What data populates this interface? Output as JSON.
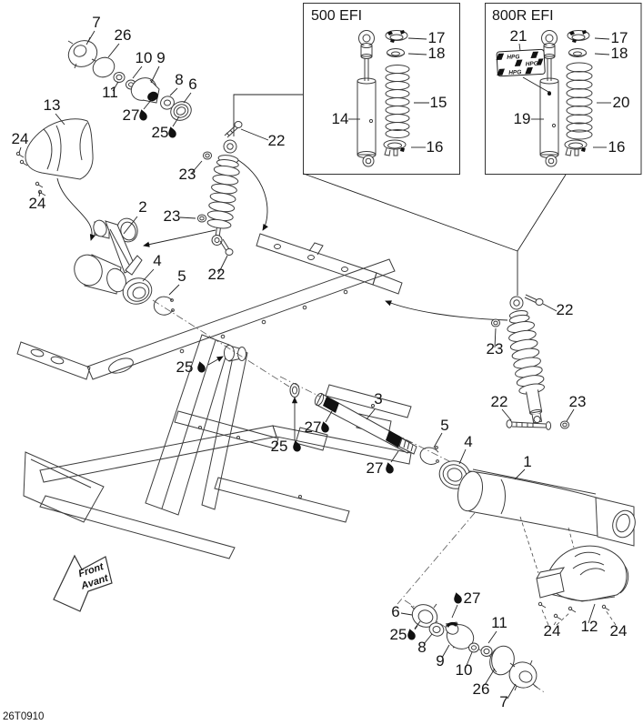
{
  "drawing_code": "26T0910",
  "direction_arrow": {
    "line1": "Front",
    "line2": "Avant"
  },
  "insets": [
    {
      "title": "500 EFI"
    },
    {
      "title": "800R EFI",
      "sticker_rows": [
        "HPG",
        "HPG",
        "HPG"
      ]
    }
  ],
  "inset_callouts": {
    "i14": "14",
    "i15": "15",
    "i16a": "16",
    "i17a": "17",
    "i18a": "18",
    "i21": "21",
    "i17b": "17",
    "i18b": "18",
    "i20": "20",
    "i19": "19",
    "i16b": "16"
  },
  "callouts": [
    "7",
    "26",
    "10",
    "9",
    "8",
    "6",
    "11",
    "27",
    "25",
    "13",
    "24",
    "24",
    "2",
    "23",
    "22",
    "23",
    "22",
    "4",
    "5",
    "25",
    "3",
    "27",
    "25",
    "27",
    "5",
    "4",
    "1",
    "22",
    "23",
    "22",
    "23",
    "12",
    "24",
    "24",
    "6",
    "25",
    "8",
    "9",
    "27",
    "10",
    "11",
    "26",
    "7"
  ]
}
